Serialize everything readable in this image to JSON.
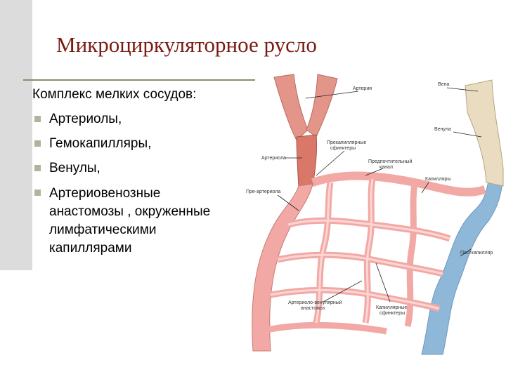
{
  "slide": {
    "title": "Микроциркуляторное русло",
    "intro": "Комплекс мелких сосудов:",
    "bullets": [
      "Артериолы,",
      "Гемокапилляры,",
      "Венулы,",
      "Артериовенозные",
      "анастомозы , окруженные",
      "лимфатическими",
      "капиллярами"
    ]
  },
  "diagram": {
    "labels": {
      "artery": "Артерия",
      "vein": "Вена",
      "venule": "Венула",
      "precap_sphincters": [
        "Прекапиллярные",
        "сфинктеры"
      ],
      "arteriole": "Артериола",
      "preferential_channel": [
        "Предпочтительный",
        "канал"
      ],
      "capillaries": "Капилляры",
      "metarteriole": "Пре-артериола",
      "postcapillary": "Посткапилляр",
      "av_anastomosis": [
        "Артериоло-венулярный",
        "анастомоз"
      ],
      "cap_sphincters": [
        "Капиллярные",
        "сфинктеры"
      ]
    },
    "colors": {
      "artery": "#e3958a",
      "arteriole_wall": "#d97868",
      "capillary": "#f2a9a6",
      "vein": "#8fb8d8",
      "venule_wall": "#e9dcc0"
    }
  }
}
